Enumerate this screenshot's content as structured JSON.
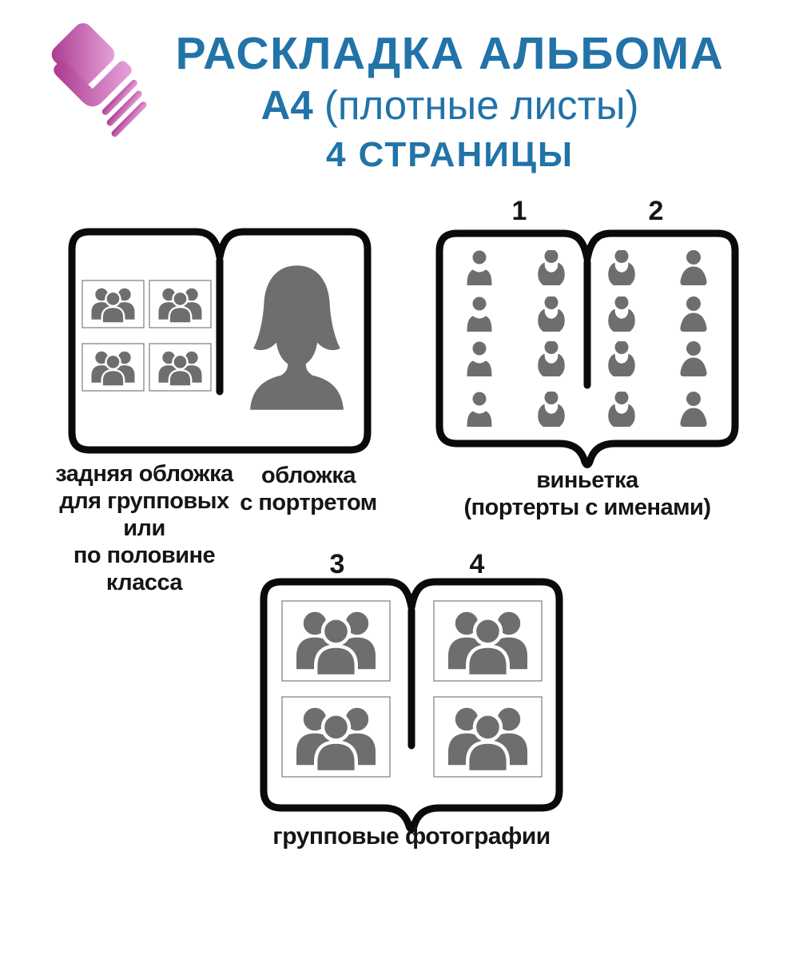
{
  "header": {
    "title_line1": "РАСКЛАДКА АЛЬБОМА",
    "title_line2_bold": "А4",
    "title_line2_rest": " (плотные листы)",
    "title_line3": "4 СТРАНИЦЫ"
  },
  "diagrams": {
    "cover_spread": {
      "back_cover_label": "задняя обложка\nдля групповых\nили\nпо половине\nкласса",
      "front_cover_label": "обложка\nс портретом"
    },
    "vignette_spread": {
      "page_numbers": [
        "1",
        "2"
      ],
      "caption": "виньетка\n(портерты с именами)"
    },
    "group_spread": {
      "page_numbers": [
        "3",
        "4"
      ],
      "caption": "групповые фотографии"
    }
  },
  "icons": {
    "logo": "heart-book-logo",
    "group_photo": "group-people-icon",
    "portrait": "portrait-silhouette-icon",
    "person": "person-icon"
  },
  "colors": {
    "title_blue": "#2173a8",
    "icon_gray": "#6e6e6e",
    "book_stroke": "#0a0a0a",
    "text_black": "#151515",
    "logo_from": "#a8368e",
    "logo_to": "#e9a6dc",
    "photo_border": "#8f8f8f"
  }
}
